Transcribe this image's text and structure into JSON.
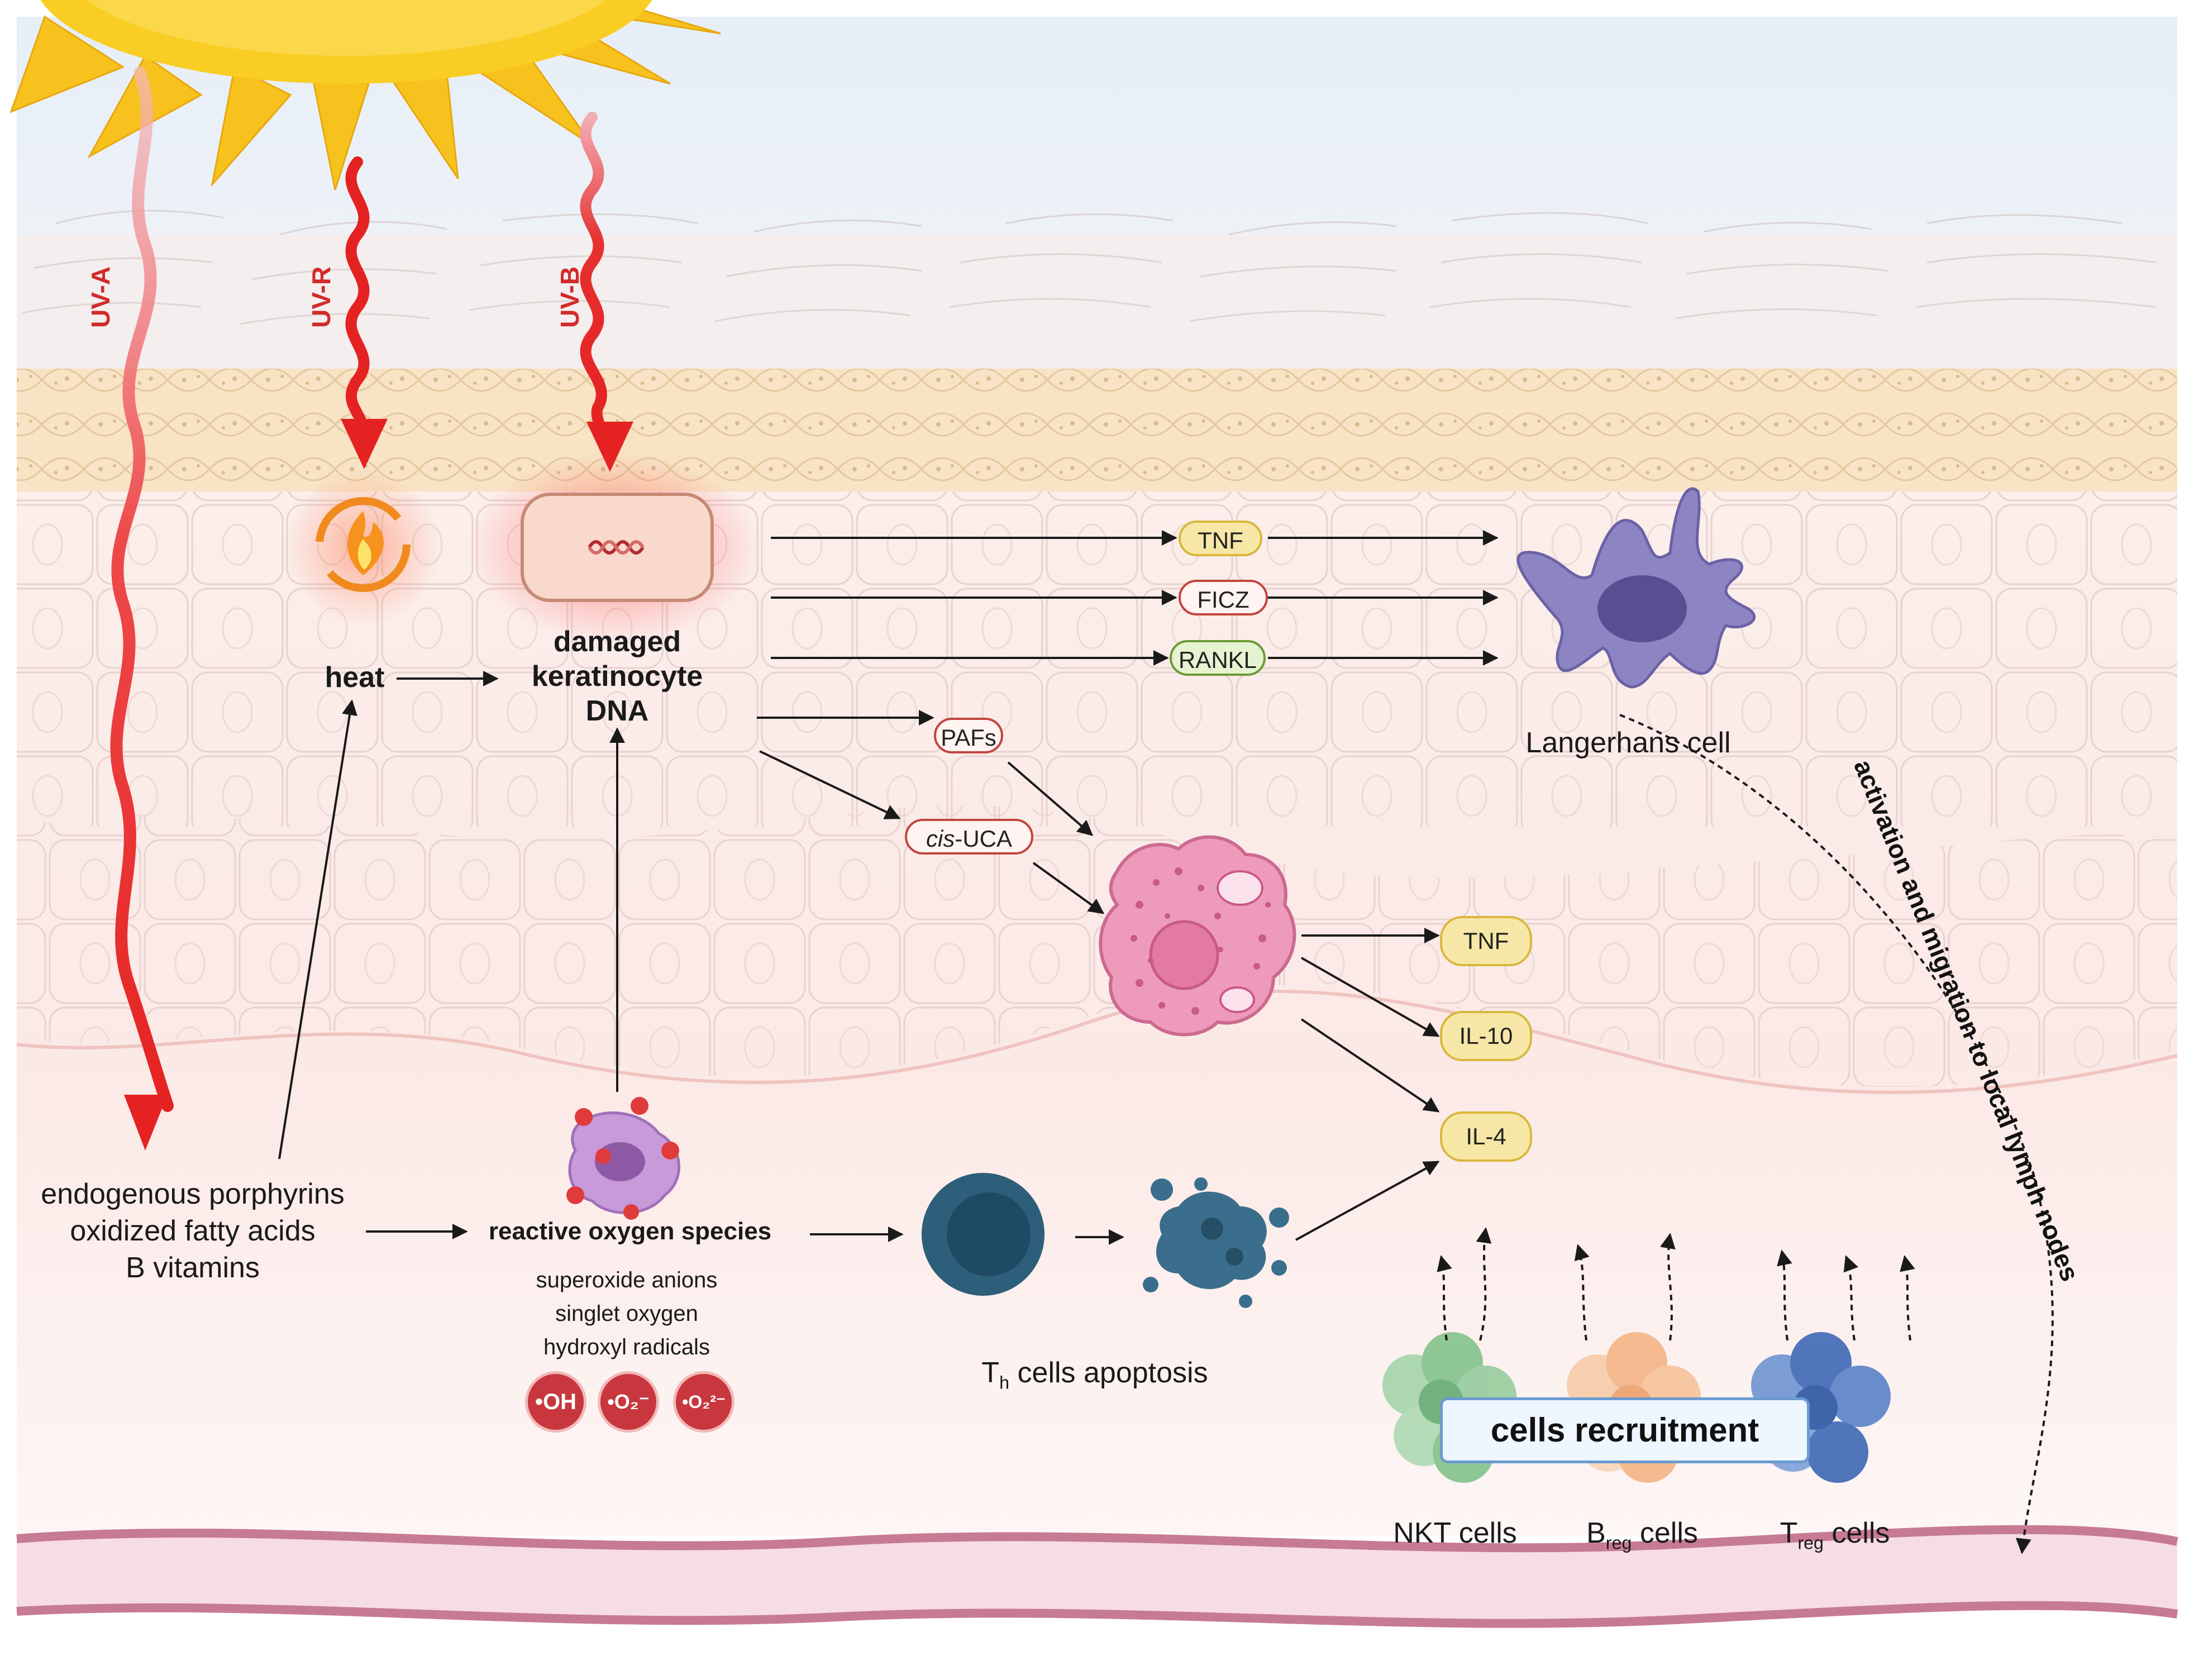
{
  "uv": {
    "a": "UV-A",
    "r": "UV-R",
    "b": "UV-B"
  },
  "labels": {
    "heat": "heat",
    "damaged": [
      "damaged",
      "keratinocyte",
      "DNA"
    ],
    "langerhans": "Langerhans cell",
    "sources": [
      "endogenous porphyrins",
      "oxidized fatty acids",
      "B vitamins"
    ],
    "ros_title": "reactive oxygen species",
    "ros_types": [
      "superoxide anions",
      "singlet oxygen",
      "hydroxyl radicals"
    ],
    "th_main": "T",
    "th_sub": "h",
    "th_rest": " cells apoptosis",
    "migration": "activation and migration to local lymph nodes",
    "recruitment": "cells recruitment",
    "nkt": "NKT cells",
    "breg_main": "B",
    "breg_sub": "reg",
    "breg_rest": " cells",
    "treg_main": "T",
    "treg_sub": "reg",
    "treg_rest": " cells"
  },
  "pills": {
    "tnf_top": "TNF",
    "ficz": "FICZ",
    "rankl": "RANKL",
    "pafs": "PAFs",
    "cis_italic": "cis",
    "cis_rest": "-UCA",
    "tnf_right": "TNF",
    "il10": "IL-10",
    "il4": "IL-4"
  },
  "ros_symbols": {
    "oh": "•OH",
    "o2": "•O₂⁻",
    "o2b": "•O₂²⁻"
  },
  "colors": {
    "uv_arrow": "#e52a2a",
    "sun": "#f7c21d",
    "langerhans": "#7a72b4",
    "mast_cell": "#e98bab",
    "th_cell": "#244f67",
    "nkt": "#6bb57a",
    "breg": "#f3b07e",
    "treg": "#3e68b6"
  }
}
